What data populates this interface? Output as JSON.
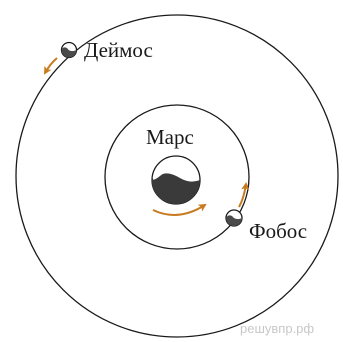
{
  "labels": {
    "deimos": "Деймос",
    "mars": "Марс",
    "phobos": "Фобос"
  },
  "watermark": "решувпр.рф",
  "colors": {
    "arrow": "#c87a1e",
    "orbit": "#1a1a1a",
    "shadow": "#3a3a3a",
    "moon_shadow": "#4a4a4a"
  }
}
